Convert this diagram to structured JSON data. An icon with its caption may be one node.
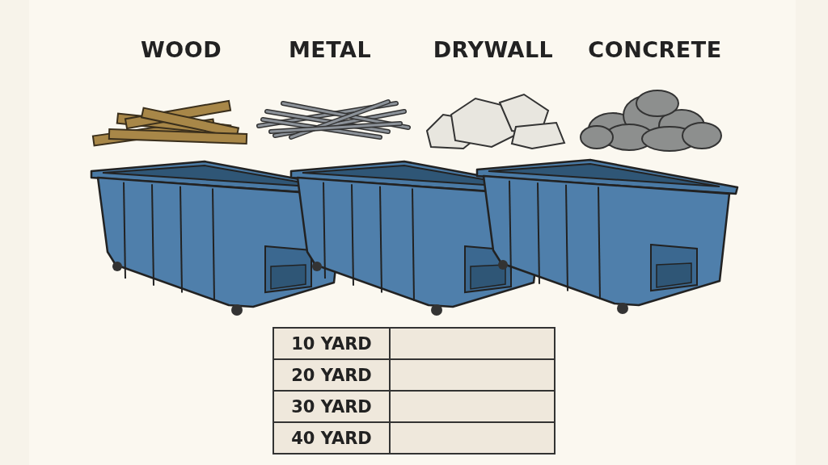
{
  "diagram": {
    "labels": [
      "WOOD",
      "METAL",
      "DRYWALL",
      "CONCRETE",
      "10 YARD",
      "20 YARD",
      "30 YARD",
      "40 YARD"
    ]
  }
}
